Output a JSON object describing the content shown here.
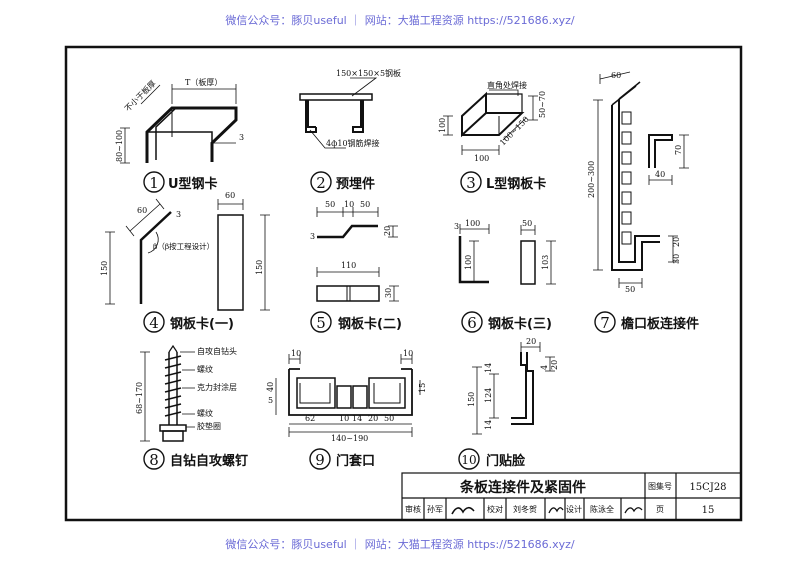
{
  "watermark": {
    "top": "微信公众号：豚贝useful ｜ 网站：大猫工程资源 https://521686.xyz/",
    "bottom": "微信公众号：豚贝useful ｜ 网站：大猫工程资源 https://521686.xyz/"
  },
  "figures": {
    "f1": {
      "num": "1",
      "title": "U型钢卡",
      "dims": {
        "t": "T（板厚）",
        "min": "不小于板厚",
        "h": "80~100",
        "th": "3"
      }
    },
    "f2": {
      "num": "2",
      "title": "预埋件",
      "dims": {
        "plate": "150×150×5钢板",
        "bar": "4ф10钢筋焊接"
      }
    },
    "f3": {
      "num": "3",
      "title": "L型钢板卡",
      "dims": {
        "weld": "直角处焊接",
        "h": "50~70",
        "w1": "100",
        "w2": "100~150",
        "w3": "100"
      }
    },
    "f4": {
      "num": "4",
      "title": "钢板卡(一)",
      "dims": {
        "a": "60",
        "b": "β（β按工程设计）",
        "h": "150",
        "w": "60",
        "h2": "150",
        "t": "3"
      }
    },
    "f5": {
      "num": "5",
      "title": "钢板卡(二)",
      "dims": {
        "a": "50",
        "b": "10",
        "c": "50",
        "d": "20",
        "t": "3",
        "w": "110",
        "h": "30"
      }
    },
    "f6": {
      "num": "6",
      "title": "钢板卡(三)",
      "dims": {
        "a": "3",
        "b": "100",
        "h": "100",
        "w": "50",
        "h2": "103"
      }
    },
    "f7": {
      "num": "7",
      "title": "檐口板连接件",
      "dims": {
        "a": "60",
        "b": "70",
        "c": "40",
        "h": "200~300",
        "d": "30",
        "e": "20",
        "w": "50"
      }
    },
    "f8": {
      "num": "8",
      "title": "自钻自攻螺钉",
      "dims": {
        "p1": "自攻自钻头",
        "p2": "螺纹",
        "p3": "克力封涂层",
        "p4": "螺纹",
        "p5": "胶垫圈",
        "h": "68~170"
      }
    },
    "f9": {
      "num": "9",
      "title": "门套口",
      "dims": {
        "a": "10",
        "b": "10",
        "c": "40",
        "d": "5",
        "e": "15",
        "f": "62",
        "g": "10",
        "h": "14",
        "i": "20",
        "j": "50",
        "w": "140~190"
      }
    },
    "f10": {
      "num": "10",
      "title": "门贴脸",
      "dims": {
        "a": "20",
        "b": "4",
        "c": "20",
        "d": "14",
        "h": "150",
        "e": "124",
        "f": "14"
      }
    }
  },
  "title_block": {
    "title": "条板连接件及紧固件",
    "atlas_label": "图集号",
    "atlas_no": "15CJ28",
    "review_label": "审核",
    "reviewer": "孙军",
    "check_label": "校对",
    "checker": "刘冬贺",
    "design_label": "设计",
    "designer": "陈泳全",
    "page_label": "页",
    "page_no": "15"
  }
}
